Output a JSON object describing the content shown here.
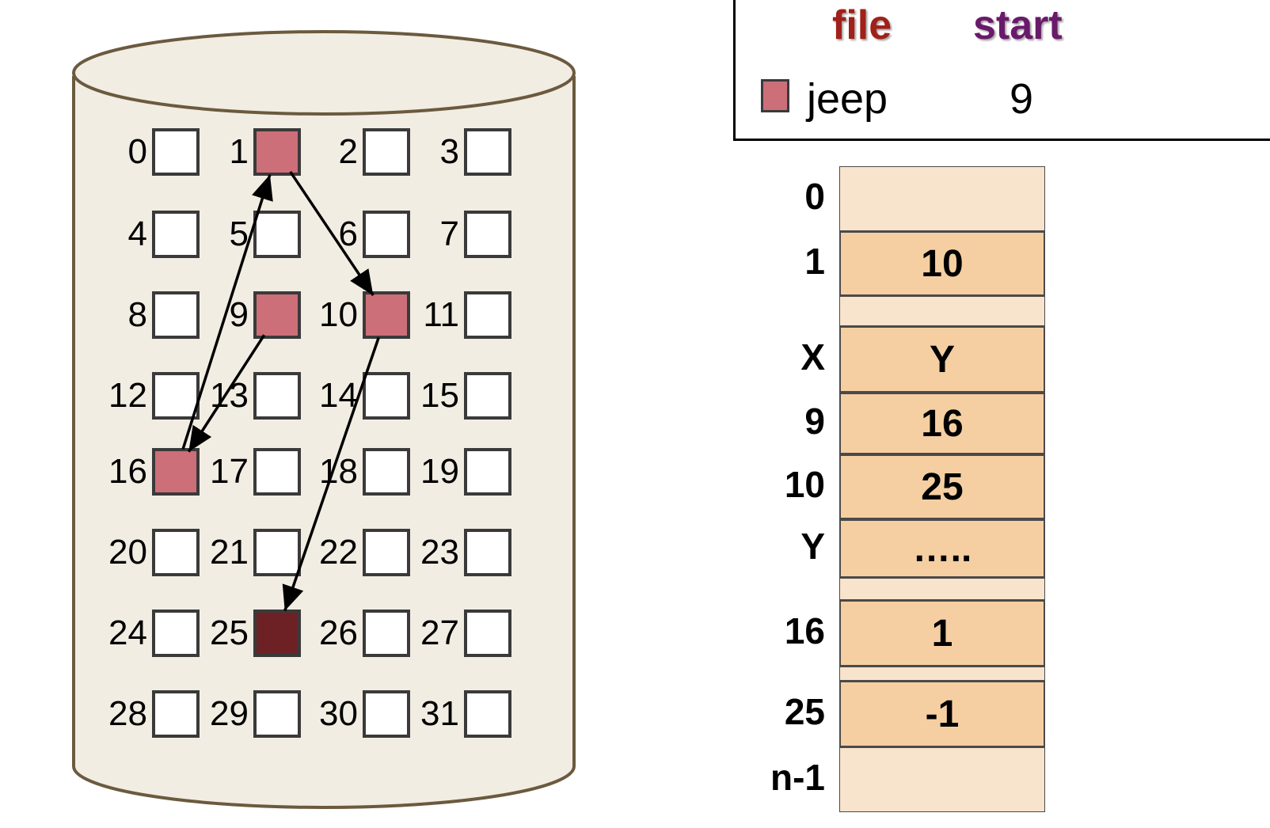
{
  "colors": {
    "disk_fill": "#f2ede3",
    "disk_stroke": "#6b5a3e",
    "used_block": "#cd6f78",
    "last_block": "#6e2125",
    "free_block": "#ffffff",
    "fat_dark": "#f5cfa2",
    "fat_light": "#f8e3cc",
    "file_header": "#a0201a",
    "start_header": "#6a1a6a"
  },
  "directory": {
    "header_file": "file",
    "header_start": "start",
    "entry_name": "jeep",
    "entry_start": "9"
  },
  "disk": {
    "blocks": [
      {
        "label": "0",
        "state": "free"
      },
      {
        "label": "1",
        "state": "used"
      },
      {
        "label": "2",
        "state": "free"
      },
      {
        "label": "3",
        "state": "free"
      },
      {
        "label": "4",
        "state": "free"
      },
      {
        "label": "5",
        "state": "free"
      },
      {
        "label": "6",
        "state": "free"
      },
      {
        "label": "7",
        "state": "free"
      },
      {
        "label": "8",
        "state": "free"
      },
      {
        "label": "9",
        "state": "used"
      },
      {
        "label": "10",
        "state": "used"
      },
      {
        "label": "11",
        "state": "free"
      },
      {
        "label": "12",
        "state": "free"
      },
      {
        "label": "13",
        "state": "free"
      },
      {
        "label": "14",
        "state": "free"
      },
      {
        "label": "15",
        "state": "free"
      },
      {
        "label": "16",
        "state": "used"
      },
      {
        "label": "17",
        "state": "free"
      },
      {
        "label": "18",
        "state": "free"
      },
      {
        "label": "19",
        "state": "free"
      },
      {
        "label": "20",
        "state": "free"
      },
      {
        "label": "21",
        "state": "free"
      },
      {
        "label": "22",
        "state": "free"
      },
      {
        "label": "23",
        "state": "free"
      },
      {
        "label": "24",
        "state": "free"
      },
      {
        "label": "25",
        "state": "last"
      },
      {
        "label": "26",
        "state": "free"
      },
      {
        "label": "27",
        "state": "free"
      },
      {
        "label": "28",
        "state": "free"
      },
      {
        "label": "29",
        "state": "free"
      },
      {
        "label": "30",
        "state": "free"
      },
      {
        "label": "31",
        "state": "free"
      }
    ],
    "chain": [
      [
        9,
        16
      ],
      [
        16,
        1
      ],
      [
        1,
        10
      ],
      [
        10,
        25
      ]
    ]
  },
  "fat": {
    "rows": [
      {
        "index": "0",
        "value": "",
        "tone": "light"
      },
      {
        "index": "1",
        "value": "10",
        "tone": "dark"
      },
      {
        "index": "",
        "value": "",
        "tone": "light"
      },
      {
        "index": "X",
        "value": "Y",
        "tone": "dark"
      },
      {
        "index": "9",
        "value": "16",
        "tone": "dark"
      },
      {
        "index": "10",
        "value": "25",
        "tone": "dark"
      },
      {
        "index": "Y",
        "value": "…..",
        "tone": "dark"
      },
      {
        "index": "",
        "value": "",
        "tone": "light"
      },
      {
        "index": "16",
        "value": "1",
        "tone": "dark"
      },
      {
        "index": "",
        "value": "",
        "tone": "light"
      },
      {
        "index": "25",
        "value": "-1",
        "tone": "dark"
      },
      {
        "index": "n-1",
        "value": "",
        "tone": "light"
      }
    ]
  }
}
